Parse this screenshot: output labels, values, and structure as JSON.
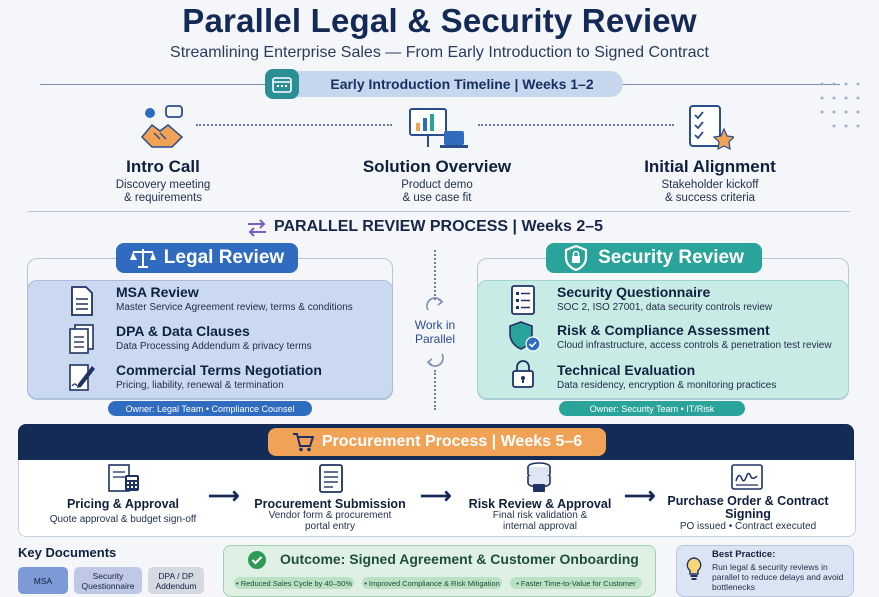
{
  "header": {
    "title": "Parallel Legal & Security Review",
    "subtitle": "Streamlining Enterprise Sales — From Early Introduction to Signed Contract"
  },
  "timeline": {
    "label": "Early Introduction Timeline | Weeks 1–2",
    "stages": [
      {
        "title": "Intro Call",
        "desc1": "Discovery meeting",
        "desc2": "& requirements",
        "icon": "handshake-icon"
      },
      {
        "title": "Solution Overview",
        "desc1": "Product demo",
        "desc2": "& use case fit",
        "icon": "presentation-icon"
      },
      {
        "title": "Initial Alignment",
        "desc1": "Stakeholder kickoff",
        "desc2": "& success criteria",
        "icon": "checklist-star-icon"
      }
    ]
  },
  "parallel": {
    "heading": "PARALLEL REVIEW PROCESS | Weeks 2–5",
    "work_label_1": "Work in",
    "work_label_2": "Parallel"
  },
  "legal": {
    "title": "Legal Review",
    "owner": "Owner: Legal Team • Compliance Counsel",
    "items": [
      {
        "title": "MSA Review",
        "desc": "Master Service Agreement review, terms & conditions"
      },
      {
        "title": "DPA & Data Clauses",
        "desc": "Data Processing Addendum & privacy terms"
      },
      {
        "title": "Commercial Terms Negotiation",
        "desc": "Pricing, liability, renewal & termination"
      }
    ]
  },
  "security": {
    "title": "Security Review",
    "owner": "Owner: Security Team • IT/Risk",
    "items": [
      {
        "title": "Security Questionnaire",
        "desc": "SOC 2, ISO 27001, data security controls review"
      },
      {
        "title": "Risk & Compliance Assessment",
        "desc": "Cloud infrastructure, access controls & penetration test review"
      },
      {
        "title": "Technical Evaluation",
        "desc": "Data residency, encryption & monitoring practices"
      }
    ]
  },
  "procurement": {
    "title": "Procurement Process | Weeks 5–6",
    "steps": [
      {
        "title": "Pricing & Approval",
        "desc1": "Quote approval & budget sign-off",
        "desc2": ""
      },
      {
        "title": "Procurement Submission",
        "desc1": "Vendor form & procurement",
        "desc2": "portal entry"
      },
      {
        "title": "Risk Review & Approval",
        "desc1": "Final risk validation &",
        "desc2": "internal approval"
      },
      {
        "title": "Purchase Order & Contract",
        "title2": "Signing",
        "desc1": "PO issued • Contract executed",
        "desc2": ""
      }
    ]
  },
  "key_documents": {
    "label": "Key Documents",
    "docs": [
      "MSA",
      "Security Questionnaire",
      "DPA / DP Addendum"
    ]
  },
  "outcome": {
    "title": "Outcome: Signed Agreement & Customer Onboarding",
    "chips": [
      "• Reduced Sales Cycle by 40–50%",
      "• Improved Compliance & Risk Mitigation",
      "• Faster Time-to-Value for Customer"
    ]
  },
  "best_practice": {
    "title": "Best Practice:",
    "text": "Run legal & security reviews in parallel to reduce delays and avoid bottlenecks"
  },
  "colors": {
    "navy": "#142a57",
    "legal_blue": "#2f6bbf",
    "security_teal": "#2aa39a",
    "procurement_orange": "#f0a257",
    "outcome_green": "#dff1e4"
  }
}
